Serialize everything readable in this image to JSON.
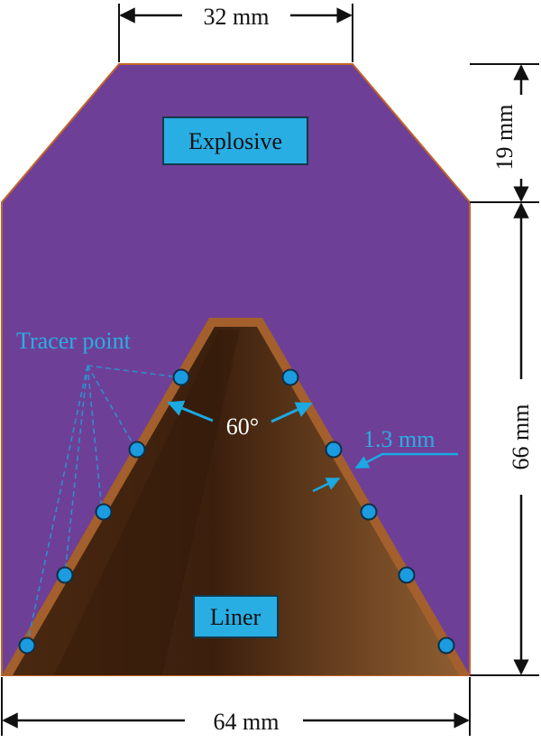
{
  "dimensions": {
    "top_width": "32 mm",
    "upper_height": "19 mm",
    "lower_height": "66 mm",
    "base_width": "64 mm"
  },
  "labels": {
    "explosive": "Explosive",
    "liner": "Liner",
    "tracer_point": "Tracer point",
    "cone_angle": "60°",
    "liner_thickness": "1.3 mm"
  },
  "colors": {
    "explosive_fill": "#6e3f96",
    "explosive_edge": "#c0642a",
    "liner_shell": "#a35f2c",
    "liner_dark": "#3d200e",
    "liner_light": "#8a5a2e",
    "label_box": "#29aee3",
    "annotation": "#1ba9e1",
    "tracer_fill": "#1b9be0"
  },
  "tracer_count": 10
}
